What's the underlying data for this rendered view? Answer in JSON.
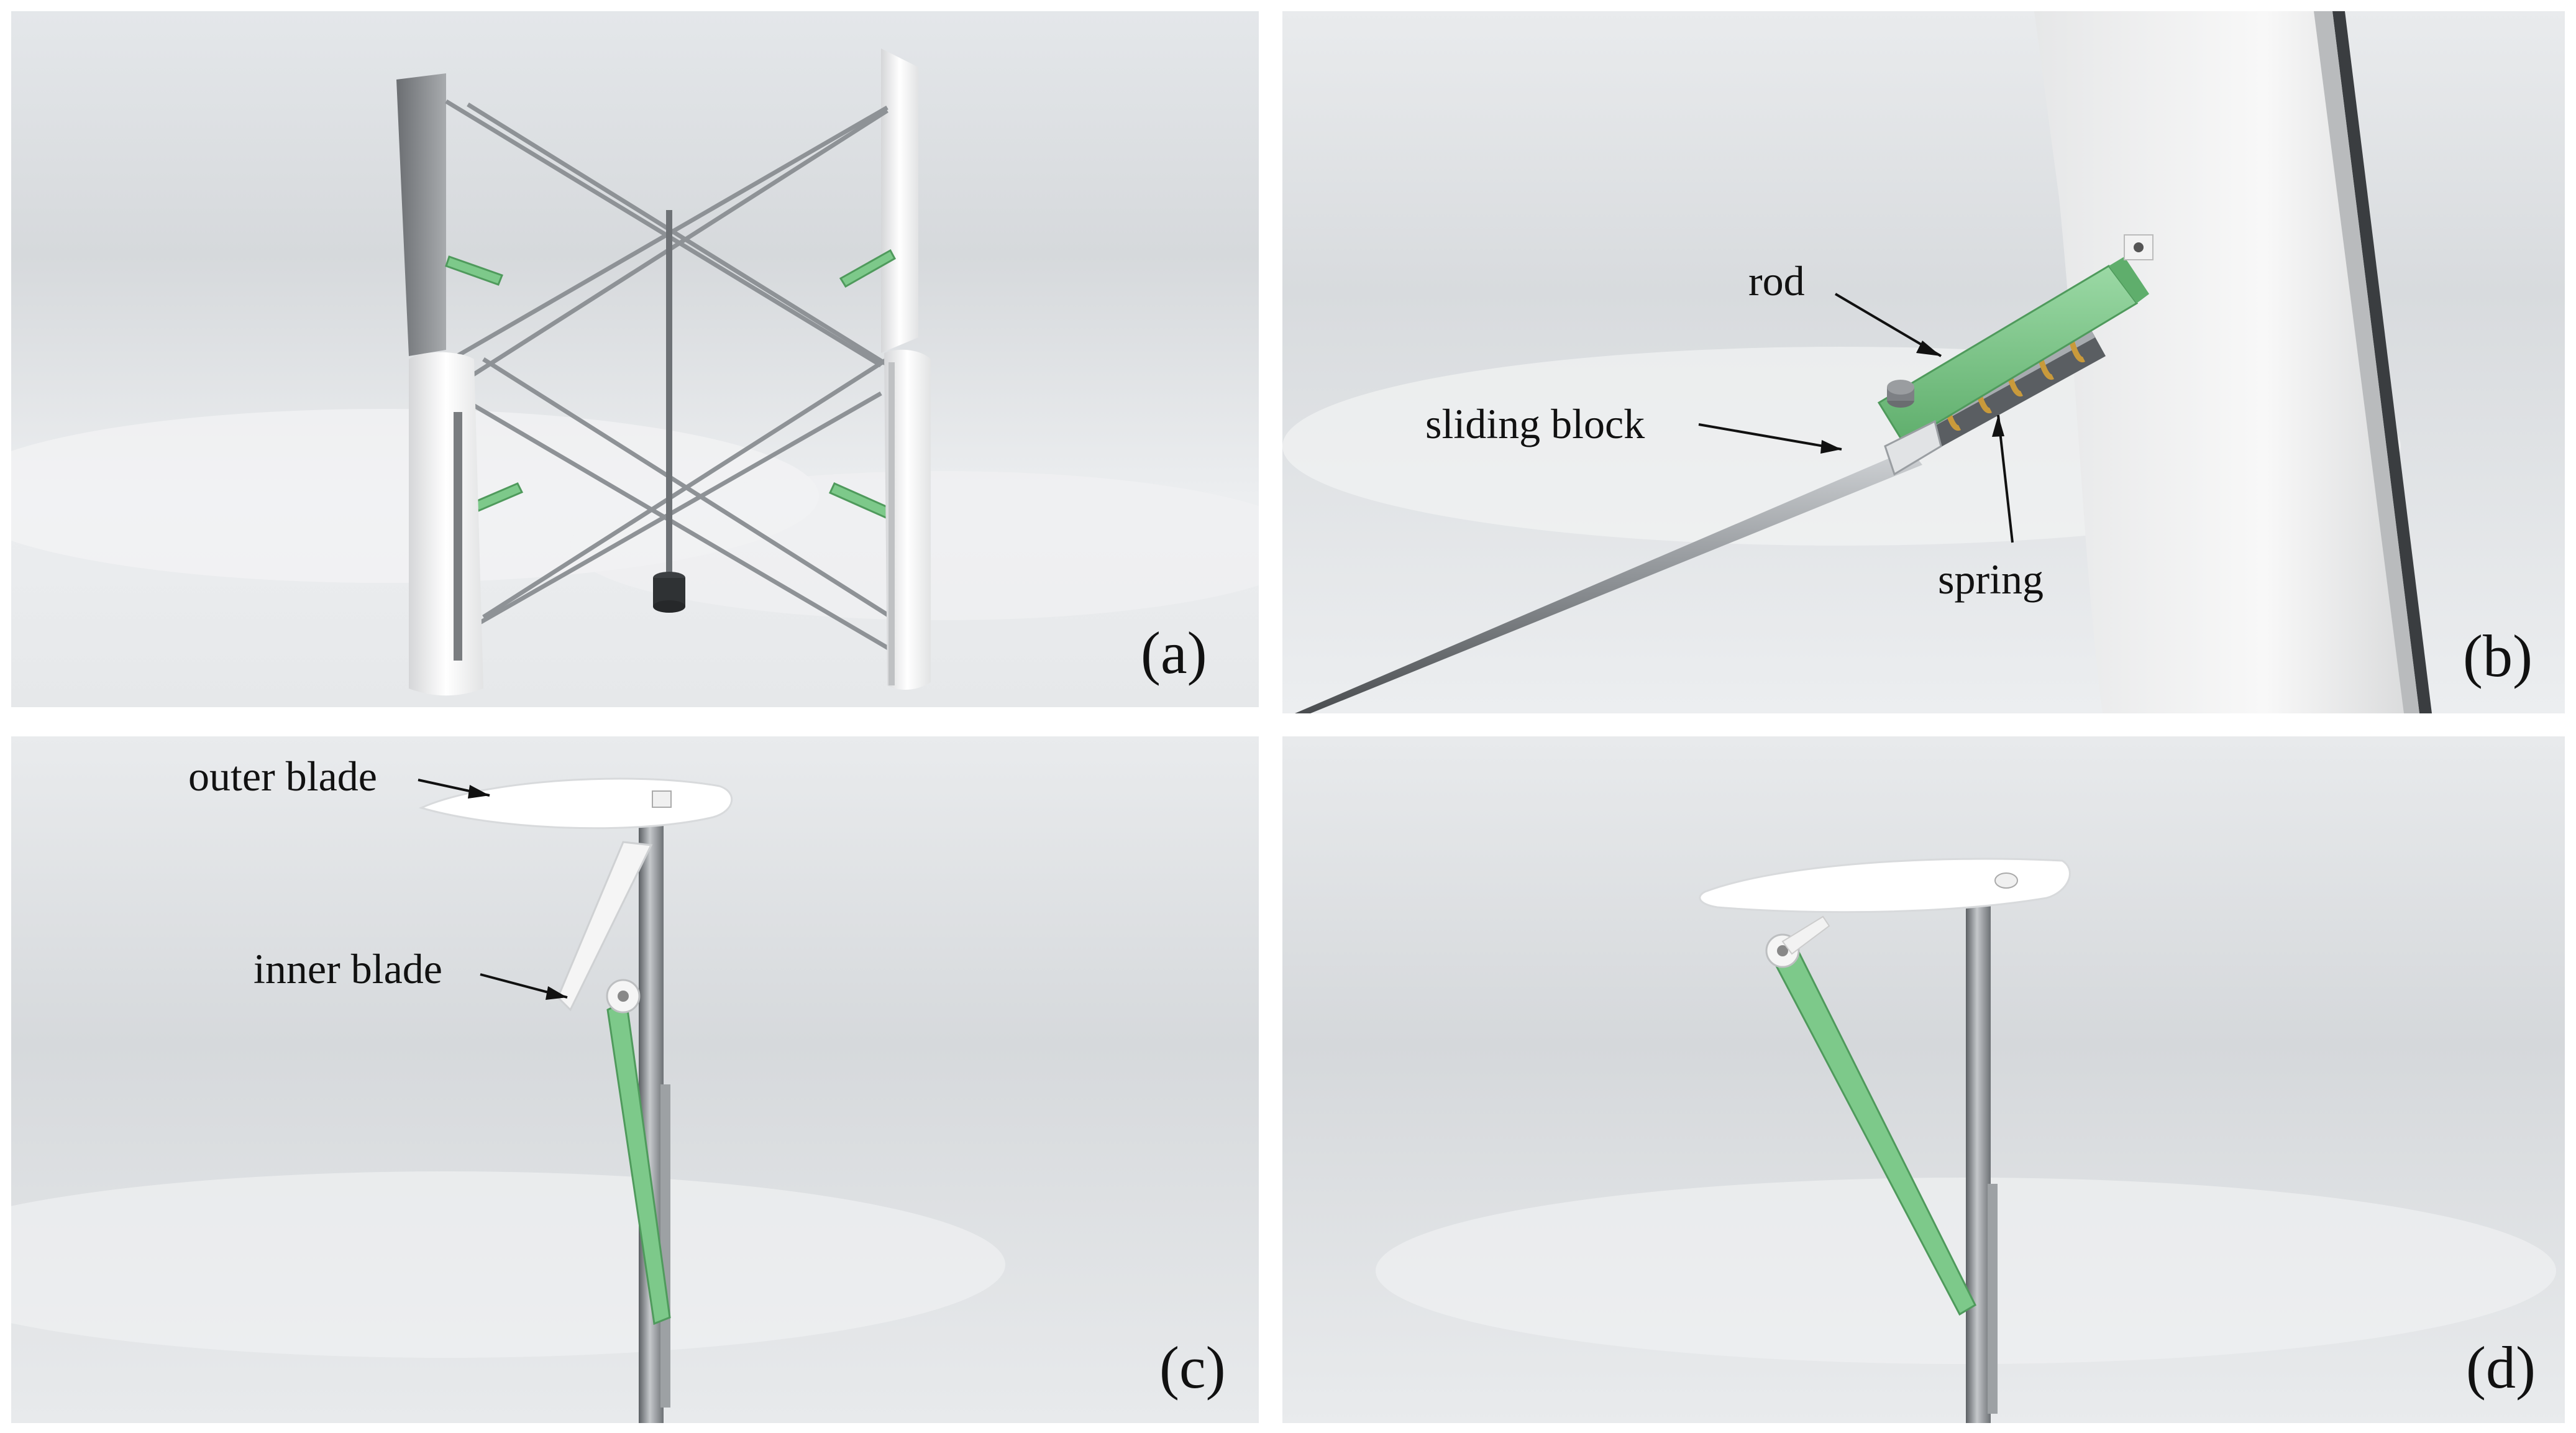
{
  "panels": {
    "a": {
      "label": "(a)"
    },
    "b": {
      "label": "(b)",
      "callouts": {
        "rod": "rod",
        "sliding_block": "sliding block",
        "spring": "spring"
      }
    },
    "c": {
      "label": "(c)",
      "callouts": {
        "outer_blade": "outer blade",
        "inner_blade": "inner blade"
      }
    },
    "d": {
      "label": "(d)"
    }
  },
  "colors": {
    "sky_light": "#eef0f2",
    "sky_mid": "#d9dcdf",
    "rod_green": "#7dc98a",
    "rod_green_dark": "#4f9a5c",
    "steel": "#9ea2a6",
    "steel_dark": "#55595d",
    "blade_white": "#f7f7f7",
    "spring_gold": "#c99a3b"
  }
}
